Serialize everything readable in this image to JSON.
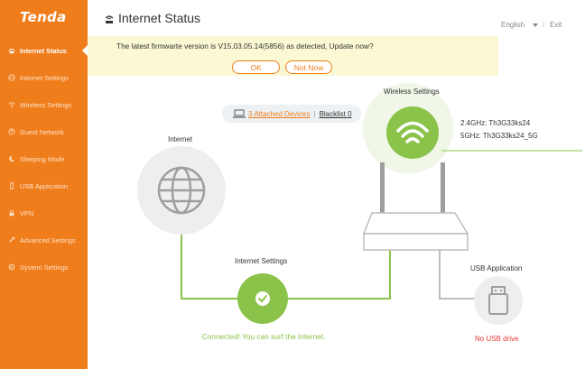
{
  "app": {
    "logo": "Tenda"
  },
  "sidebar": {
    "items": [
      {
        "label": "Internet Status",
        "icon": "internet-status-icon",
        "active": true
      },
      {
        "label": "Internet Settings",
        "icon": "globe-icon",
        "active": false
      },
      {
        "label": "Wireless Settings",
        "icon": "wifi-icon",
        "active": false
      },
      {
        "label": "Guest Network",
        "icon": "guest-icon",
        "active": false
      },
      {
        "label": "Sleeping Mode",
        "icon": "moon-icon",
        "active": false
      },
      {
        "label": "USB Application",
        "icon": "usb-icon",
        "active": false
      },
      {
        "label": "VPN",
        "icon": "vpn-icon",
        "active": false
      },
      {
        "label": "Advanced Settings",
        "icon": "tools-icon",
        "active": false
      },
      {
        "label": "System Settings",
        "icon": "gear-icon",
        "active": false
      }
    ]
  },
  "header": {
    "title": "Internet Status",
    "language": "English",
    "separator": "|",
    "exit": "Exit"
  },
  "banner": {
    "message": "The latest firmwarte version is V15.03.05.14(5856) as detected, Update now?",
    "ok_label": "OK",
    "not_now_label": "Not Now"
  },
  "devices": {
    "attached_label": "3 Attached Devices",
    "separator": "|",
    "blacklist_label": "Blacklist 0"
  },
  "diagram": {
    "internet_label": "Internet",
    "wireless_label": "Wireless Settings",
    "ssid_24": "2.4GHz: Th3G33ks24",
    "ssid_5": "5GHz: Th3G33ks24_5G",
    "internet_settings_label": "Internet Settings",
    "status_text": "Connected! You can surf the Internet.",
    "usb_label": "USB Application",
    "usb_status": "No USB drive"
  },
  "colors": {
    "brand_orange": "#f07d1c",
    "success_green": "#8bc34a",
    "error_red": "#e53935",
    "banner_bg": "#fbf9d4"
  }
}
